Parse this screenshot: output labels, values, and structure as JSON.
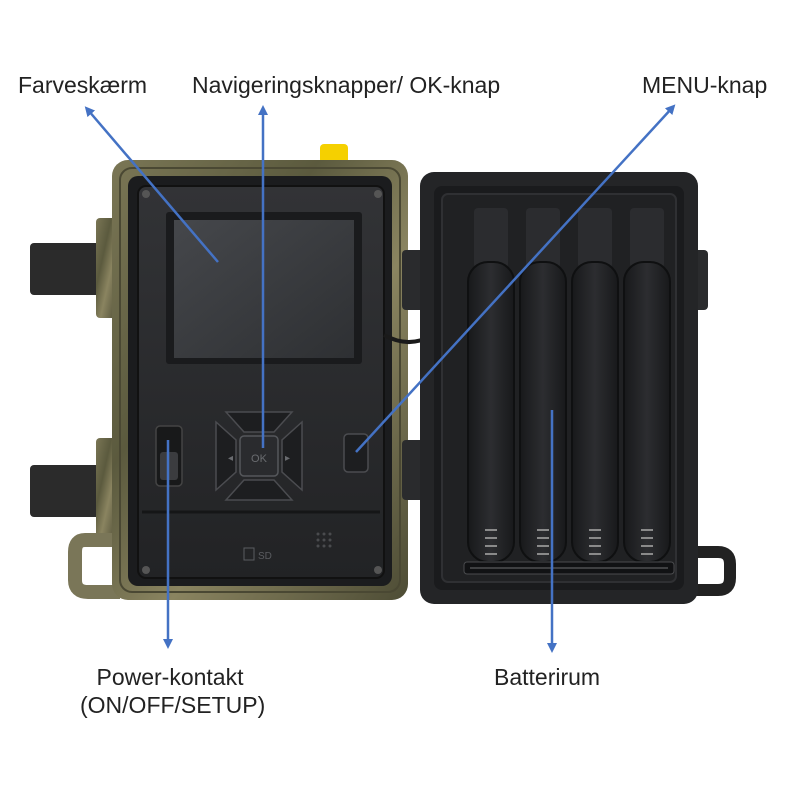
{
  "labels": {
    "color_screen": "Farveskærm",
    "nav_buttons": "Navigeringsknapper/ OK-knap",
    "menu_button": "MENU-knap",
    "power_line1": "Power-kontakt",
    "power_line2": "(ON/OFF/SETUP)",
    "battery": "Batterirum"
  },
  "device_markings": {
    "ok_key": "OK",
    "sd_slot": "SD"
  },
  "colors": {
    "arrow": "#4472c4",
    "camo_case": "#6b6a4a",
    "panel": "#2a2b2d",
    "screen": "#3a3c40",
    "battery_tray": "#1e1f21",
    "indicator": "#f5d000"
  }
}
